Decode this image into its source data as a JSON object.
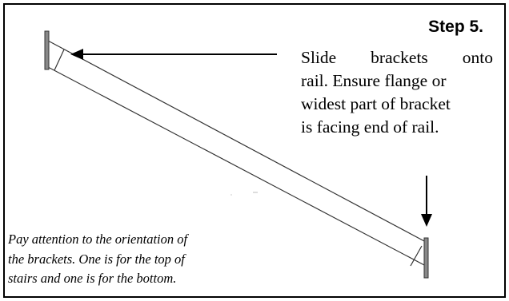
{
  "step": {
    "title": "Step 5."
  },
  "instruction": {
    "line1_words": [
      "Slide",
      "brackets",
      "onto"
    ],
    "line2": "rail. Ensure flange or",
    "line3": "widest part of bracket",
    "line4": "is facing end of rail."
  },
  "note": {
    "line1": "Pay attention to the orientation of",
    "line2": "the brackets.  One is for the top of",
    "line3": "stairs and one is for the bottom."
  }
}
